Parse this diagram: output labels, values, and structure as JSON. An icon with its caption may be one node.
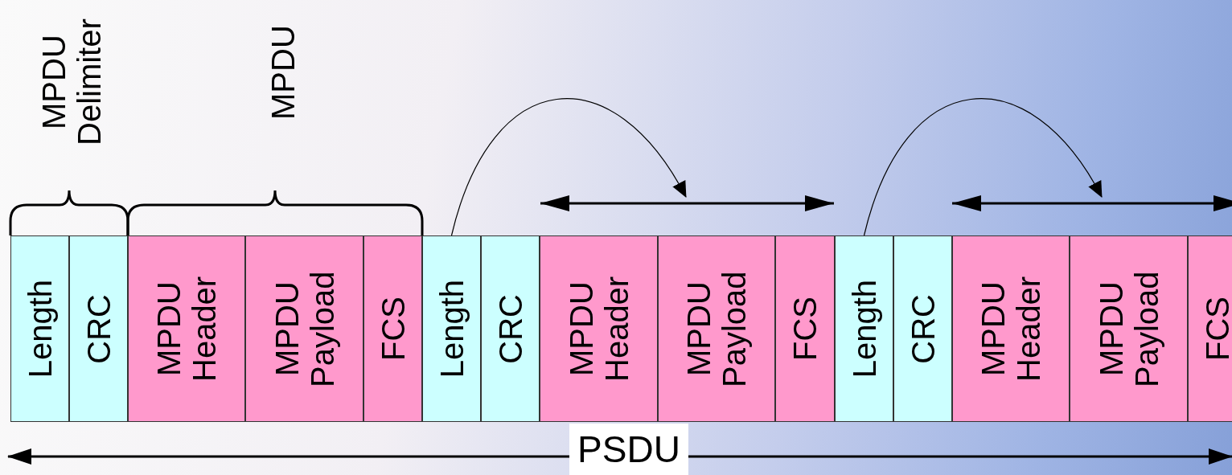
{
  "diagram": {
    "nodes": [
      {
        "text": [
          "Length"
        ]
      },
      {
        "text": [
          "CRC"
        ]
      },
      {
        "text": [
          "MPDU Header"
        ]
      },
      {
        "text": [
          "MPDU Payload"
        ]
      },
      {
        "text": [
          "FCS"
        ]
      },
      {
        "text": [
          "Length"
        ]
      },
      {
        "text": [
          "CRC"
        ]
      },
      {
        "text": [
          "MPDU Header"
        ]
      },
      {
        "text": [
          "MPDU Payload"
        ]
      },
      {
        "text": [
          "FCS"
        ]
      },
      {
        "text": [
          "Length"
        ]
      },
      {
        "text": [
          "CRC"
        ]
      },
      {
        "text": [
          "MPDU Header"
        ]
      },
      {
        "text": [
          "MPDU Payload"
        ]
      },
      {
        "text": [
          "FCS"
        ]
      },
      {
        "text": [],
        "shape": "arrow"
      },
      {
        "text": [],
        "shape": "arrow"
      }
    ],
    "edges": [
      {
        "from": 5,
        "to": 15,
        "arrow": "to"
      },
      {
        "from": 10,
        "to": 16,
        "arrow": "to"
      }
    ],
    "labels": [
      "MPDU Delimiter",
      "MPDU",
      "PSDU"
    ]
  }
}
